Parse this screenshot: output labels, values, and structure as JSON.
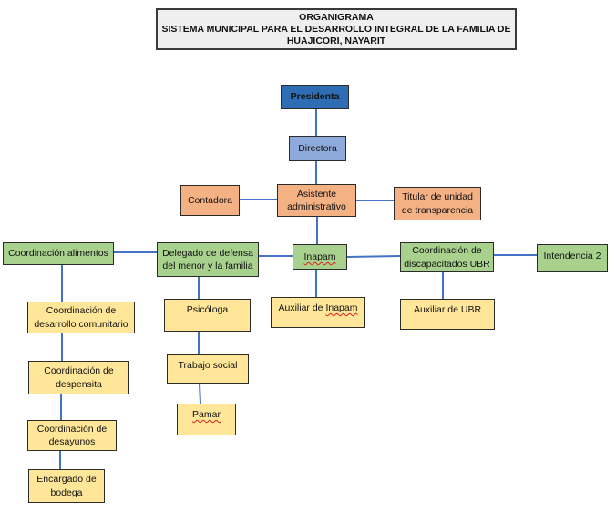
{
  "header": {
    "line1": "ORGANIGRAMA",
    "line2": "SISTEMA MUNICIPAL PARA EL DESARROLLO INTEGRAL DE LA FAMILIA DE",
    "line3": "HUAJICORI, NAYARIT"
  },
  "colors": {
    "presidenta": "#2e6db4",
    "directora": "#8eaadb",
    "administrative": "#f4b183",
    "coordination": "#a9d18e",
    "staff": "#ffe699",
    "connector": "#4472c4"
  },
  "nodes": {
    "presidenta": "Presidenta",
    "directora": "Directora",
    "contadora": "Contadora",
    "asistente_1": "Asistente",
    "asistente_2": "administrativo",
    "titular_1": "Titular de unidad",
    "titular_2": "de transparencia",
    "coord_alimentos": "Coordinación alimentos",
    "delegado_1": "Delegado de defensa",
    "delegado_2": "del menor y la familia",
    "inapam": "Inapam",
    "coord_discap_1": "Coordinación de",
    "coord_discap_2": "discapacitados UBR",
    "intendencia": "Intendencia 2",
    "coord_desarrollo_1": "Coordinación de",
    "coord_desarrollo_2": "desarrollo comunitario",
    "psicologa": "Psicóloga",
    "auxiliar_inapam_prefix": "Auxiliar de ",
    "auxiliar_inapam_word": "Inapam",
    "auxiliar_ubr": "Auxiliar de UBR",
    "trabajo_social": "Trabajo social",
    "coord_despensita_1": "Coordinación de",
    "coord_despensita_2": "despensita",
    "pamar": "Pamar",
    "coord_desayunos_1": "Coordinación de",
    "coord_desayunos_2": "desayunos",
    "encargado_1": "Encargado de",
    "encargado_2": "bodega"
  }
}
